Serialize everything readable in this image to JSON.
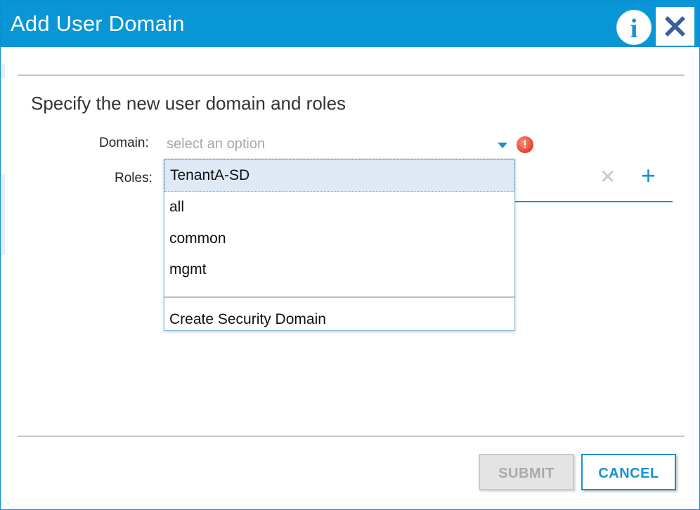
{
  "dialog": {
    "title": "Add User Domain",
    "heading": "Specify the new user domain and roles",
    "info_icon": "info-icon",
    "close_icon": "close-icon"
  },
  "form": {
    "domain_label": "Domain:",
    "domain_placeholder": "select an option",
    "roles_label": "Roles:",
    "roles_remove_glyph": "✕",
    "roles_add_glyph": "+"
  },
  "dropdown": {
    "options": [
      "TenantA-SD",
      "all",
      "common",
      "mgmt"
    ],
    "highlighted": "TenantA-SD",
    "create_action": "Create Security Domain"
  },
  "footer": {
    "submit_label": "SUBMIT",
    "cancel_label": "CANCEL"
  },
  "colors": {
    "accent": "#0896d6",
    "error": "#e8412c",
    "highlight": "#dfe8f5"
  }
}
